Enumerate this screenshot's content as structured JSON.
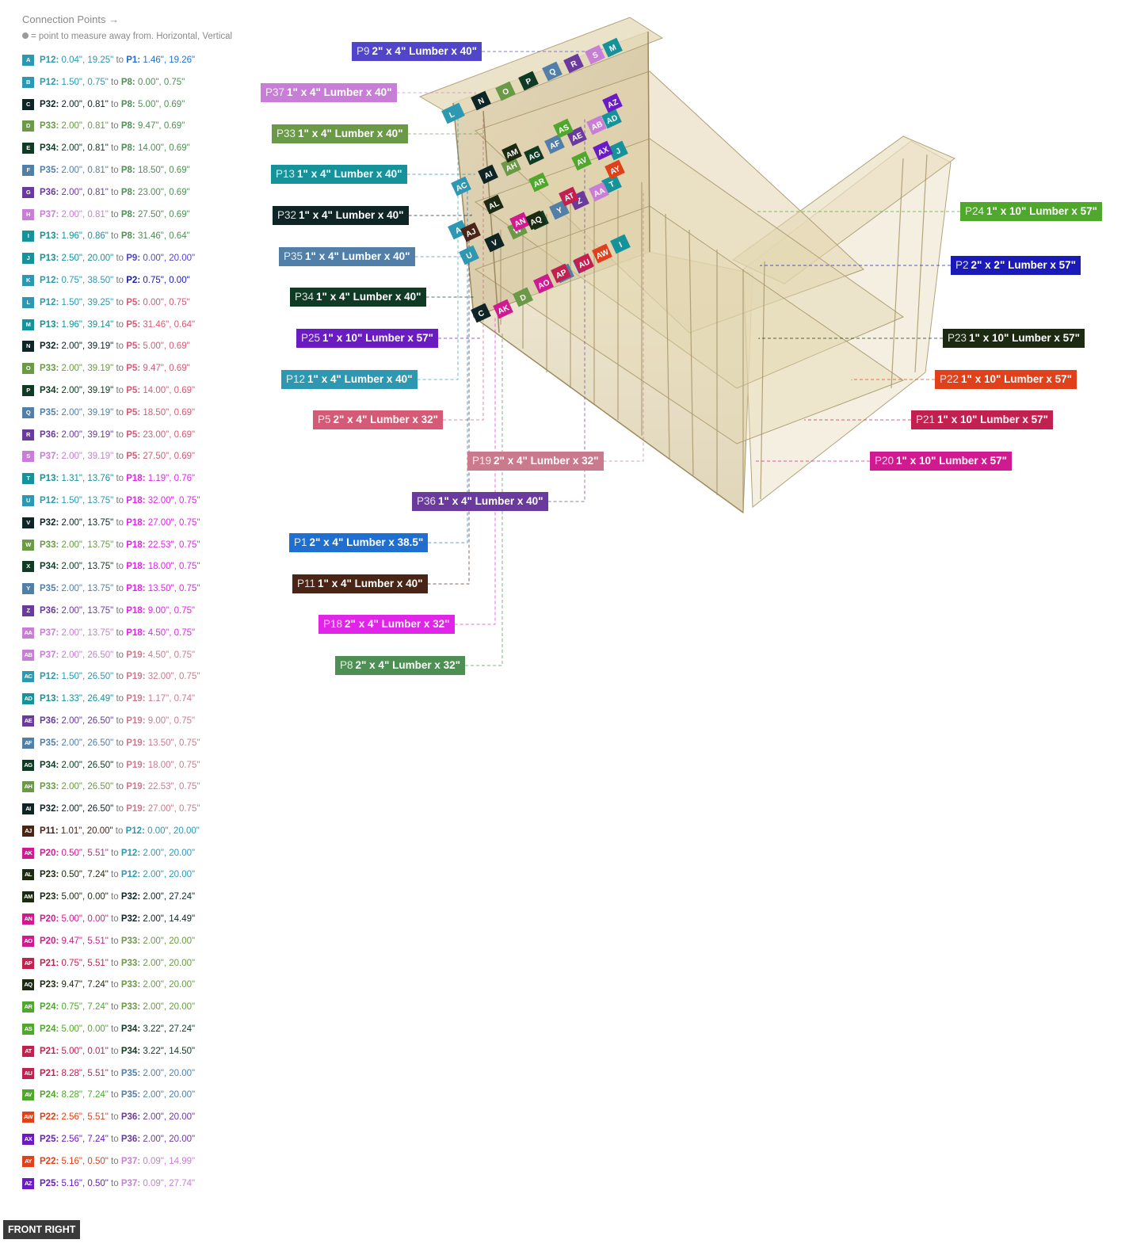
{
  "legend": {
    "title": "Connection Points →",
    "note": "= point to measure away from. Horizontal, Vertical"
  },
  "colors": {
    "P1": "#1f6fd0",
    "P2": "#1a1ab8",
    "P5": "#d45a75",
    "P8": "#4e8f53",
    "P9": "#5146c9",
    "P11": "#4a2414",
    "P12": "#2e98b3",
    "P13": "#16929a",
    "P18": "#e024e8",
    "P19": "#c97b8d",
    "P20": "#d01a90",
    "P21": "#c2214f",
    "P22": "#e0401a",
    "P23": "#1d2a12",
    "P24": "#4fa82c",
    "P25": "#6a1cc2",
    "P32": "#0f2424",
    "P33": "#6a9a45",
    "P34": "#0f3a24",
    "P35": "#527fa8",
    "P36": "#6a3a9c",
    "P37": "#c87ed6"
  },
  "connections": [
    {
      "id": "A",
      "from": "P12",
      "fv": "0.04\", 19.25\"",
      "to": "P1",
      "tv": "1.46\", 19.26\""
    },
    {
      "id": "B",
      "from": "P12",
      "fv": "1.50\", 0.75\"",
      "to": "P8",
      "tv": "0.00\", 0.75\""
    },
    {
      "id": "C",
      "from": "P32",
      "fv": "2.00\", 0.81\"",
      "to": "P8",
      "tv": "5.00\", 0.69\""
    },
    {
      "id": "D",
      "from": "P33",
      "fv": "2.00\", 0.81\"",
      "to": "P8",
      "tv": "9.47\", 0.69\""
    },
    {
      "id": "E",
      "from": "P34",
      "fv": "2.00\", 0.81\"",
      "to": "P8",
      "tv": "14.00\", 0.69\""
    },
    {
      "id": "F",
      "from": "P35",
      "fv": "2.00\", 0.81\"",
      "to": "P8",
      "tv": "18.50\", 0.69\""
    },
    {
      "id": "G",
      "from": "P36",
      "fv": "2.00\", 0.81\"",
      "to": "P8",
      "tv": "23.00\", 0.69\""
    },
    {
      "id": "H",
      "from": "P37",
      "fv": "2.00\", 0.81\"",
      "to": "P8",
      "tv": "27.50\", 0.69\""
    },
    {
      "id": "I",
      "from": "P13",
      "fv": "1.96\", 0.86\"",
      "to": "P8",
      "tv": "31.46\", 0.64\""
    },
    {
      "id": "J",
      "from": "P13",
      "fv": "2.50\", 20.00\"",
      "to": "P9",
      "tv": "0.00\", 20.00\""
    },
    {
      "id": "K",
      "from": "P12",
      "fv": "0.75\", 38.50\"",
      "to": "P2",
      "tv": "0.75\", 0.00\""
    },
    {
      "id": "L",
      "from": "P12",
      "fv": "1.50\", 39.25\"",
      "to": "P5",
      "tv": "0.00\", 0.75\""
    },
    {
      "id": "M",
      "from": "P13",
      "fv": "1.96\", 39.14\"",
      "to": "P5",
      "tv": "31.46\", 0.64\""
    },
    {
      "id": "N",
      "from": "P32",
      "fv": "2.00\", 39.19\"",
      "to": "P5",
      "tv": "5.00\", 0.69\""
    },
    {
      "id": "O",
      "from": "P33",
      "fv": "2.00\", 39.19\"",
      "to": "P5",
      "tv": "9.47\", 0.69\""
    },
    {
      "id": "P",
      "from": "P34",
      "fv": "2.00\", 39.19\"",
      "to": "P5",
      "tv": "14.00\", 0.69\""
    },
    {
      "id": "Q",
      "from": "P35",
      "fv": "2.00\", 39.19\"",
      "to": "P5",
      "tv": "18.50\", 0.69\""
    },
    {
      "id": "R",
      "from": "P36",
      "fv": "2.00\", 39.19\"",
      "to": "P5",
      "tv": "23.00\", 0.69\""
    },
    {
      "id": "S",
      "from": "P37",
      "fv": "2.00\", 39.19\"",
      "to": "P5",
      "tv": "27.50\", 0.69\""
    },
    {
      "id": "T",
      "from": "P13",
      "fv": "1.31\", 13.76\"",
      "to": "P18",
      "tv": "1.19\", 0.76\""
    },
    {
      "id": "U",
      "from": "P12",
      "fv": "1.50\", 13.75\"",
      "to": "P18",
      "tv": "32.00\", 0.75\""
    },
    {
      "id": "V",
      "from": "P32",
      "fv": "2.00\", 13.75\"",
      "to": "P18",
      "tv": "27.00\", 0.75\""
    },
    {
      "id": "W",
      "from": "P33",
      "fv": "2.00\", 13.75\"",
      "to": "P18",
      "tv": "22.53\", 0.75\""
    },
    {
      "id": "X",
      "from": "P34",
      "fv": "2.00\", 13.75\"",
      "to": "P18",
      "tv": "18.00\", 0.75\""
    },
    {
      "id": "Y",
      "from": "P35",
      "fv": "2.00\", 13.75\"",
      "to": "P18",
      "tv": "13.50\", 0.75\""
    },
    {
      "id": "Z",
      "from": "P36",
      "fv": "2.00\", 13.75\"",
      "to": "P18",
      "tv": "9.00\", 0.75\""
    },
    {
      "id": "AA",
      "from": "P37",
      "fv": "2.00\", 13.75\"",
      "to": "P18",
      "tv": "4.50\", 0.75\""
    },
    {
      "id": "AB",
      "from": "P37",
      "fv": "2.00\", 26.50\"",
      "to": "P19",
      "tv": "4.50\", 0.75\""
    },
    {
      "id": "AC",
      "from": "P12",
      "fv": "1.50\", 26.50\"",
      "to": "P19",
      "tv": "32.00\", 0.75\""
    },
    {
      "id": "AD",
      "from": "P13",
      "fv": "1.33\", 26.49\"",
      "to": "P19",
      "tv": "1.17\", 0.74\""
    },
    {
      "id": "AE",
      "from": "P36",
      "fv": "2.00\", 26.50\"",
      "to": "P19",
      "tv": "9.00\", 0.75\""
    },
    {
      "id": "AF",
      "from": "P35",
      "fv": "2.00\", 26.50\"",
      "to": "P19",
      "tv": "13.50\", 0.75\""
    },
    {
      "id": "AG",
      "from": "P34",
      "fv": "2.00\", 26.50\"",
      "to": "P19",
      "tv": "18.00\", 0.75\""
    },
    {
      "id": "AH",
      "from": "P33",
      "fv": "2.00\", 26.50\"",
      "to": "P19",
      "tv": "22.53\", 0.75\""
    },
    {
      "id": "AI",
      "from": "P32",
      "fv": "2.00\", 26.50\"",
      "to": "P19",
      "tv": "27.00\", 0.75\""
    },
    {
      "id": "AJ",
      "from": "P11",
      "fv": "1.01\", 20.00\"",
      "to": "P12",
      "tv": "0.00\", 20.00\""
    },
    {
      "id": "AK",
      "from": "P20",
      "fv": "0.50\", 5.51\"",
      "to": "P12",
      "tv": "2.00\", 20.00\""
    },
    {
      "id": "AL",
      "from": "P23",
      "fv": "0.50\", 7.24\"",
      "to": "P12",
      "tv": "2.00\", 20.00\""
    },
    {
      "id": "AM",
      "from": "P23",
      "fv": "5.00\", 0.00\"",
      "to": "P32",
      "tv": "2.00\", 27.24\""
    },
    {
      "id": "AN",
      "from": "P20",
      "fv": "5.00\", 0.00\"",
      "to": "P32",
      "tv": "2.00\", 14.49\""
    },
    {
      "id": "AO",
      "from": "P20",
      "fv": "9.47\", 5.51\"",
      "to": "P33",
      "tv": "2.00\", 20.00\""
    },
    {
      "id": "AP",
      "from": "P21",
      "fv": "0.75\", 5.51\"",
      "to": "P33",
      "tv": "2.00\", 20.00\""
    },
    {
      "id": "AQ",
      "from": "P23",
      "fv": "9.47\", 7.24\"",
      "to": "P33",
      "tv": "2.00\", 20.00\""
    },
    {
      "id": "AR",
      "from": "P24",
      "fv": "0.75\", 7.24\"",
      "to": "P33",
      "tv": "2.00\", 20.00\""
    },
    {
      "id": "AS",
      "from": "P24",
      "fv": "5.00\", 0.00\"",
      "to": "P34",
      "tv": "3.22\", 27.24\""
    },
    {
      "id": "AT",
      "from": "P21",
      "fv": "5.00\", 0.01\"",
      "to": "P34",
      "tv": "3.22\", 14.50\""
    },
    {
      "id": "AU",
      "from": "P21",
      "fv": "8.28\", 5.51\"",
      "to": "P35",
      "tv": "2.00\", 20.00\""
    },
    {
      "id": "AV",
      "from": "P24",
      "fv": "8.28\", 7.24\"",
      "to": "P35",
      "tv": "2.00\", 20.00\""
    },
    {
      "id": "AW",
      "from": "P22",
      "fv": "2.56\", 5.51\"",
      "to": "P36",
      "tv": "2.00\", 20.00\""
    },
    {
      "id": "AX",
      "from": "P25",
      "fv": "2.56\", 7.24\"",
      "to": "P36",
      "tv": "2.00\", 20.00\""
    },
    {
      "id": "AY",
      "from": "P22",
      "fv": "5.16\", 0.50\"",
      "to": "P37",
      "tv": "0.09\", 14.99\""
    },
    {
      "id": "AZ",
      "from": "P25",
      "fv": "5.16\", 0.50\"",
      "to": "P37",
      "tv": "0.09\", 27.74\""
    }
  ],
  "parts": [
    {
      "id": "P9",
      "desc": "2\" x 4\" Lumber  x 40\""
    },
    {
      "id": "P37",
      "desc": "1\" x 4\" Lumber  x 40\""
    },
    {
      "id": "P33",
      "desc": "1\" x 4\" Lumber  x 40\""
    },
    {
      "id": "P13",
      "desc": "1\" x 4\" Lumber  x 40\""
    },
    {
      "id": "P32",
      "desc": "1\" x 4\" Lumber  x 40\""
    },
    {
      "id": "P35",
      "desc": "1\" x 4\" Lumber  x 40\""
    },
    {
      "id": "P34",
      "desc": "1\" x 4\" Lumber  x 40\""
    },
    {
      "id": "P25",
      "desc": "1\" x 10\" Lumber  x 57\""
    },
    {
      "id": "P12",
      "desc": "1\" x 4\" Lumber  x 40\""
    },
    {
      "id": "P5",
      "desc": "2\" x 4\" Lumber  x 32\""
    },
    {
      "id": "P19",
      "desc": "2\" x 4\" Lumber  x 32\""
    },
    {
      "id": "P36",
      "desc": "1\" x 4\" Lumber  x 40\""
    },
    {
      "id": "P1",
      "desc": "2\" x 4\" Lumber  x 38.5\""
    },
    {
      "id": "P11",
      "desc": "1\" x 4\" Lumber  x 40\""
    },
    {
      "id": "P18",
      "desc": "2\" x 4\" Lumber  x 32\""
    },
    {
      "id": "P8",
      "desc": "2\" x 4\" Lumber  x 32\""
    },
    {
      "id": "P24",
      "desc": "1\" x 10\" Lumber  x 57\""
    },
    {
      "id": "P2",
      "desc": "2\" x 2\" Lumber  x 57\""
    },
    {
      "id": "P23",
      "desc": "1\" x 10\" Lumber  x 57\""
    },
    {
      "id": "P22",
      "desc": "1\" x 10\" Lumber  x 57\""
    },
    {
      "id": "P21",
      "desc": "1\" x 10\" Lumber  x 57\""
    },
    {
      "id": "P20",
      "desc": "1\" x 10\" Lumber  x 57\""
    }
  ],
  "view_label": "FRONT RIGHT"
}
